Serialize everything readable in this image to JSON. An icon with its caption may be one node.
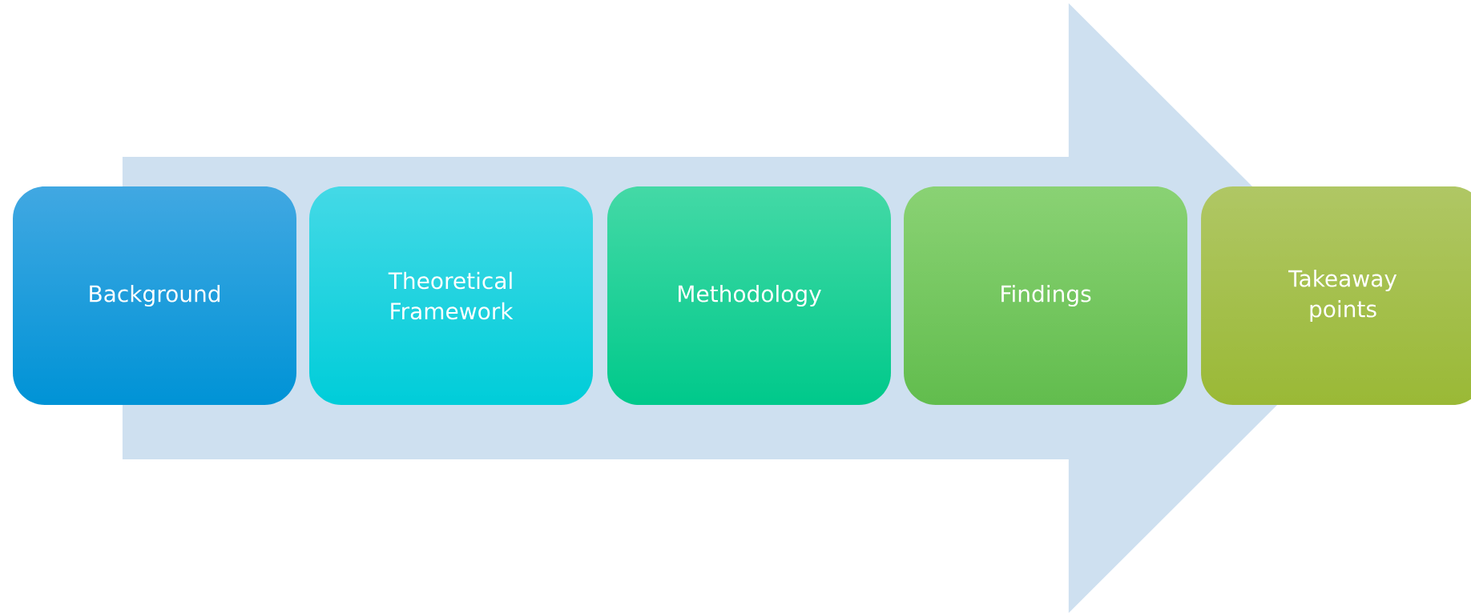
{
  "diagram": {
    "nodes": [
      {
        "text": [
          "Background"
        ]
      },
      {
        "text": [
          "Theoretical Framework"
        ]
      },
      {
        "text": [
          "Methodology"
        ]
      },
      {
        "text": [
          "Findings"
        ]
      },
      {
        "text": [
          "Takeaway points"
        ]
      }
    ],
    "edges": [
      {
        "from": 0,
        "to": 4,
        "arrow": "to"
      }
    ]
  }
}
